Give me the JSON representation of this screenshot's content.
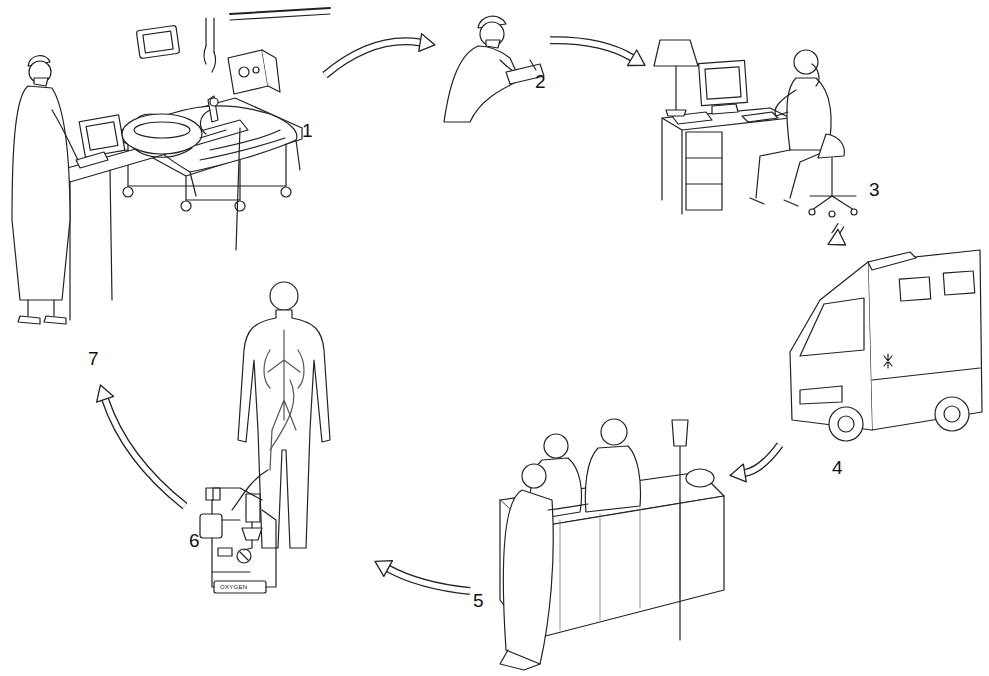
{
  "diagram": {
    "nodes": [
      {
        "text": [
          "1"
        ]
      },
      {
        "text": [
          "2"
        ]
      },
      {
        "text": [
          "3"
        ]
      },
      {
        "text": [
          "4"
        ]
      },
      {
        "text": [
          "5"
        ]
      },
      {
        "text": [
          "6"
        ]
      },
      {
        "text": [
          "7"
        ]
      }
    ],
    "edges": [
      {
        "from": 0,
        "to": 1,
        "arrow": "to"
      },
      {
        "from": 1,
        "to": 2,
        "arrow": "to"
      },
      {
        "from": 2,
        "to": 3,
        "arrow": "to"
      },
      {
        "from": 3,
        "to": 4,
        "arrow": "to"
      },
      {
        "from": 4,
        "to": 5,
        "arrow": "to"
      },
      {
        "from": 5,
        "to": 6,
        "arrow": "to"
      }
    ],
    "labels": [
      "OXYGEN"
    ]
  }
}
